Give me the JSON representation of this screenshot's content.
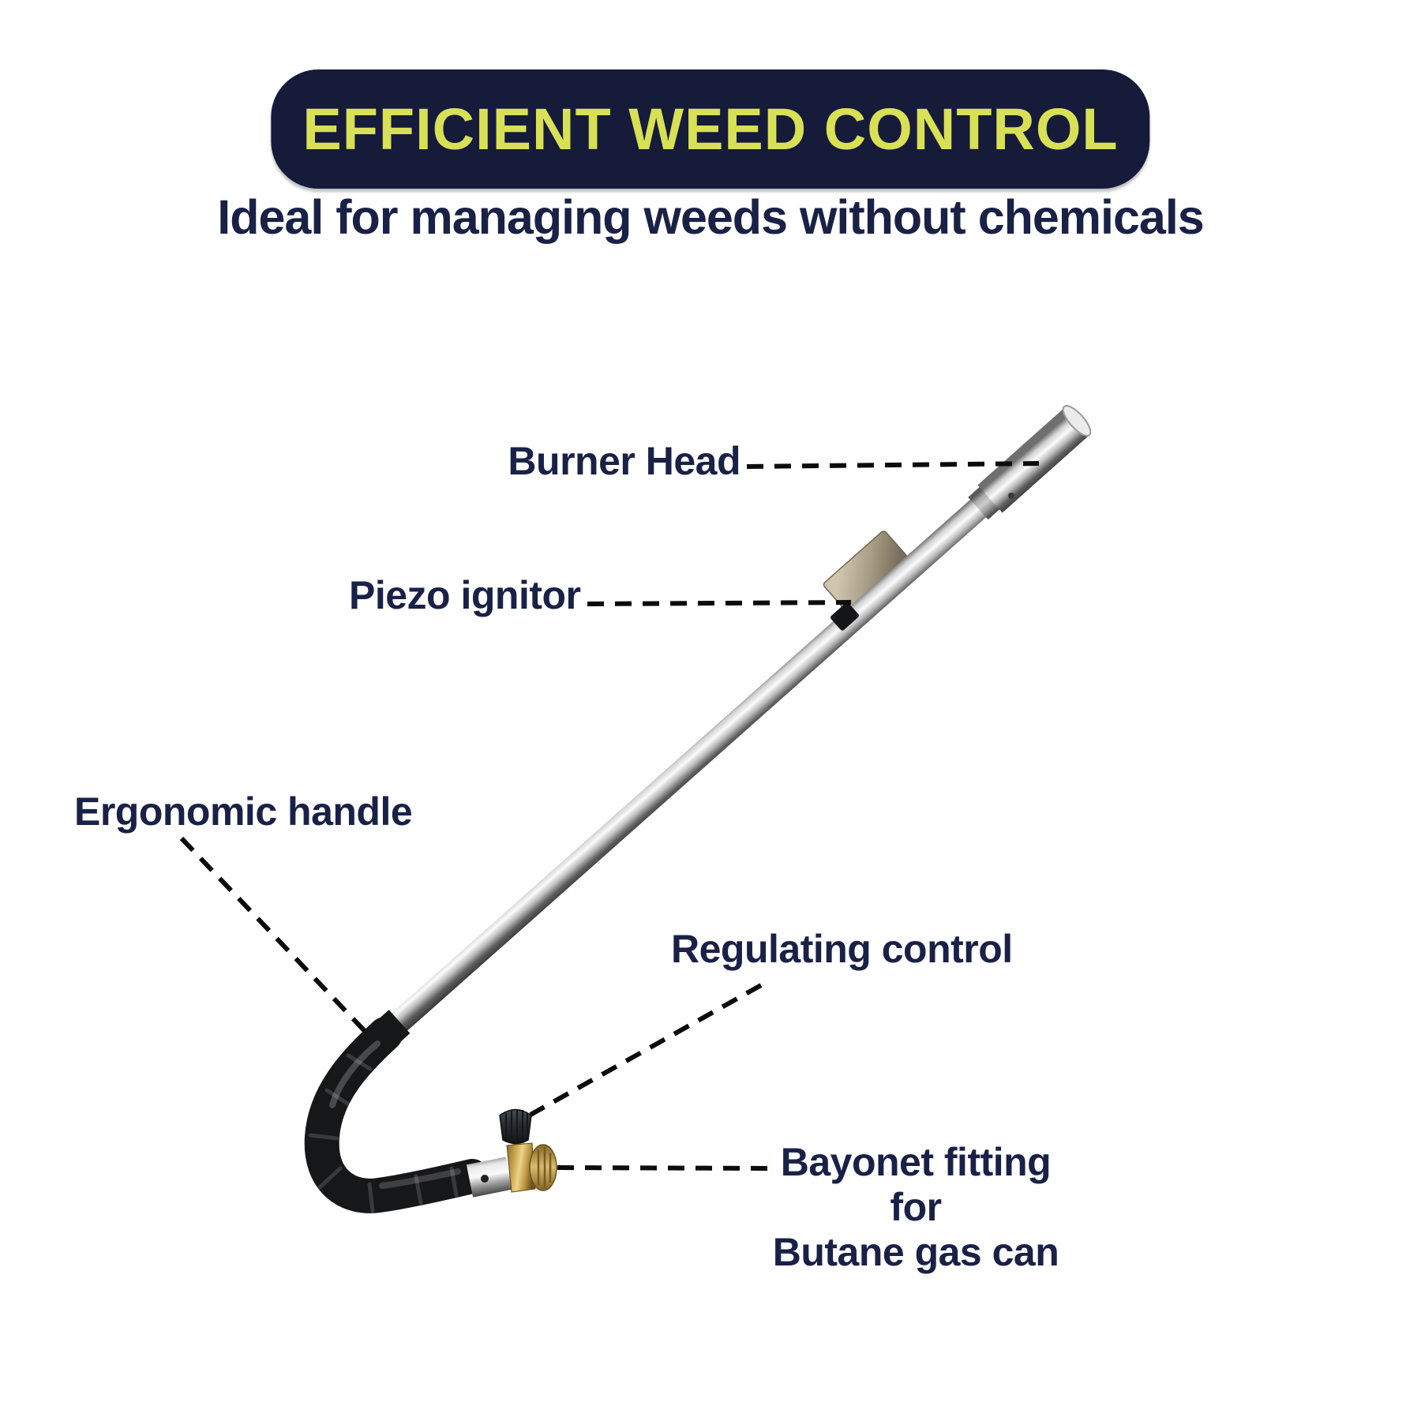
{
  "page": {
    "background_color": "#ffffff"
  },
  "header": {
    "badge": {
      "label": "EFFICIENT WEED CONTROL",
      "bg_color": "#161b3a",
      "text_color": "#d8e055"
    },
    "subtitle": {
      "text": "Ideal for managing weeds without chemicals",
      "color": "#1a2147"
    }
  },
  "diagram": {
    "product": "gas-weed-burner-torch",
    "label_color": "#1a2147",
    "leader_line_color": "#0c0c0c",
    "labels": {
      "burner_head": {
        "text": "Burner Head"
      },
      "piezo_ignitor": {
        "text": "Piezo ignitor"
      },
      "ergonomic_handle": {
        "text": "Ergonomic handle"
      },
      "regulating_control": {
        "text": "Regulating control"
      },
      "bayonet_fitting": {
        "line1": "Bayonet fitting for",
        "line2": "Butane gas can"
      }
    },
    "part_colors": {
      "chrome_light": "#fbfbfb",
      "chrome_dark": "#404040",
      "handle_black": "#161718",
      "brass": "#caa84e",
      "knob_gray": "#23262b",
      "piezo_tan": "#a89d85"
    }
  }
}
